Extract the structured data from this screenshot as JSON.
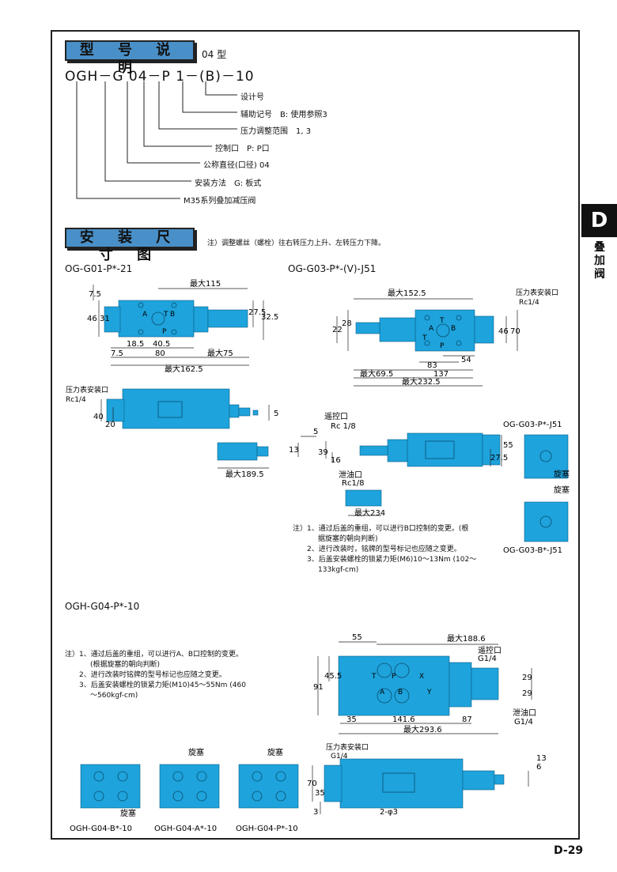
{
  "header": {
    "model_title": "型 号 说 明",
    "model_suffix": "04 型",
    "model_code": "OGH－G 04－P 1－(B)－10"
  },
  "model_legend": [
    "设计号",
    "辅助记号　B: 使用参照3",
    "压力调整范围　1, 3",
    "控制口　P: P口",
    "公称直径(口径) 04",
    "安装方法　G: 板式",
    "M35系列叠加减压阀"
  ],
  "install": {
    "title": "安 装 尺 寸 图",
    "note": "注）调整螺丝（螺栓）往右转压力上升、左转压力下降。"
  },
  "side_tab": {
    "letter": "D",
    "label": "叠加阀"
  },
  "page_number": "D-29",
  "g01": {
    "title": "OG-G01-P*-21",
    "dims": {
      "max115": "最大115",
      "d7_5a": "7.5",
      "d46": "46",
      "d31": "31",
      "d27_5": "27.5",
      "d32_5": "32.5",
      "d18_5": "18.5",
      "d40_5": "40.5",
      "d7_5b": "7.5",
      "d80": "80",
      "max75": "最大75",
      "max162_5": "最大162.5",
      "gauge": "压力表安装口",
      "rc": "Rc1/4",
      "d40": "40",
      "d20": "20",
      "d5": "5",
      "max189_5": "最大189.5"
    },
    "ports": {
      "t": "T",
      "a": "A",
      "b": "B",
      "p": "P"
    }
  },
  "g03": {
    "title": "OG-G03-P*-(V)-J51",
    "dims": {
      "max152_5": "最大152.5",
      "gauge": "压力表安装口",
      "rc": "Rc1/4",
      "d22": "22",
      "d28": "28",
      "d46": "46",
      "d70": "70",
      "d83": "83",
      "d54": "54",
      "max69_5": "最大69.5",
      "d137": "137",
      "max232_5": "最大232.5",
      "remote": "遥控口",
      "rc18a": "Rc 1/8",
      "d5": "5",
      "d13": "13",
      "d39": "39",
      "d16": "16",
      "drain": "泄油口",
      "rc18b": "Rc1/8",
      "d27_5": "27.5",
      "d55": "55",
      "max234": "最大234"
    },
    "ports": {
      "t": "T",
      "a": "A",
      "b": "B",
      "p": "P"
    },
    "variant_j51": "OG-G03-P*-J51",
    "plug1": "旋塞",
    "plug2": "旋塞",
    "variant_bj51": "OG-G03-B*-J51",
    "notes": [
      "注）1、通过后盖的重组，可以进行B口控制的变更。(根",
      "据旋塞的朝向判断)",
      "2、进行改装时，铭牌的型号标记也应随之变更。",
      "3、后盖安装螺栓的锁紧力矩(M6)10～13Nm (102～",
      "133kgf-cm)"
    ]
  },
  "g04": {
    "title": "OGH-G04-P*-10",
    "notes": [
      "注）1、通过后盖的重组，可以进行A、B口控制的变更。",
      "(根据旋塞的朝向判断)",
      "2、进行改装时铭牌的型号标记也应随之变更。",
      "3、后盖安装螺栓的锁紧力矩(M10)45～55Nm (460",
      "～560kgf-cm)"
    ],
    "dims": {
      "d55": "55",
      "max188_6": "最大188.6",
      "remote": "遥控口",
      "g14a": "G1/4",
      "d45_5": "45.5",
      "d91": "91",
      "d29a": "29",
      "d29b": "29",
      "d35": "35",
      "d141_6": "141.6",
      "d87": "87",
      "drain": "泄油口",
      "g14b": "G1/4",
      "max293_6": "最大293.6",
      "gauge": "压力表安装口",
      "g14c": "G1/4",
      "d70": "70",
      "d35v": "35",
      "d3": "3",
      "hole": "2-φ3",
      "d13": "13",
      "d6": "6"
    },
    "ports": {
      "t": "T",
      "p": "P",
      "x": "X",
      "a": "A",
      "b": "B",
      "y": "Y"
    },
    "plugs": [
      "旋塞",
      "旋塞",
      "旋塞"
    ],
    "captions": [
      "OGH-G04-B*-10",
      "OGH-G04-A*-10",
      "OGH-G04-P*-10"
    ]
  }
}
